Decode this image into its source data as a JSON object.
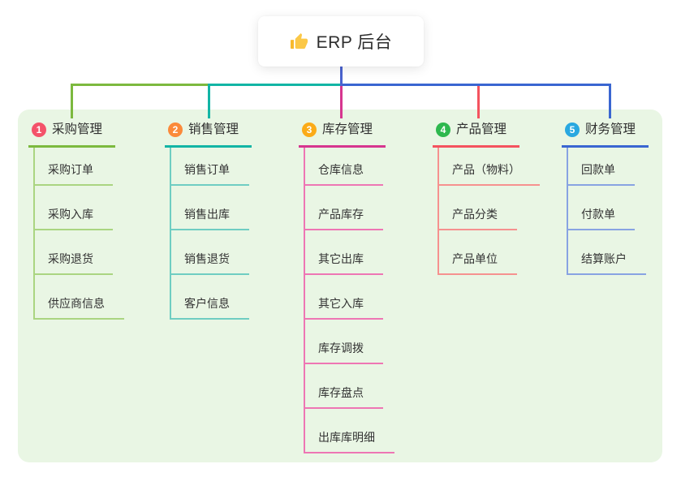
{
  "root_node": {
    "icon": "thumbs-up-icon",
    "label": "ERP 后台"
  },
  "colors": {
    "panel_bg": "#e9f6e4",
    "stem": "#4a63cf",
    "text": "#333333",
    "icon_gold": "#f7b92c"
  },
  "branches": [
    {
      "num": "1",
      "label": "采购管理",
      "badge_color": "#f4536a",
      "line_color": "#7cb93e",
      "item_line_color": "#aad581",
      "items": [
        "采购订单",
        "采购入库",
        "采购退货",
        "供应商信息"
      ]
    },
    {
      "num": "2",
      "label": "销售管理",
      "badge_color": "#fb8a3a",
      "line_color": "#12b5a5",
      "item_line_color": "#6fcdc2",
      "items": [
        "销售订单",
        "销售出库",
        "销售退货",
        "客户信息"
      ]
    },
    {
      "num": "3",
      "label": "库存管理",
      "badge_color": "#fbab18",
      "line_color": "#d6368f",
      "item_line_color": "#ee76b4",
      "items": [
        "仓库信息",
        "产品库存",
        "其它出库",
        "其它入库",
        "库存调拨",
        "库存盘点",
        "出库库明细"
      ]
    },
    {
      "num": "4",
      "label": "产品管理",
      "badge_color": "#2eb84e",
      "line_color": "#f4535f",
      "item_line_color": "#f6918f",
      "items": [
        "产品（物料）",
        "产品分类",
        "产品单位"
      ]
    },
    {
      "num": "5",
      "label": "财务管理",
      "badge_color": "#29a8e0",
      "line_color": "#3a66d1",
      "item_line_color": "#88a3e2",
      "items": [
        "回款单",
        "付款单",
        "结算账户"
      ]
    }
  ]
}
